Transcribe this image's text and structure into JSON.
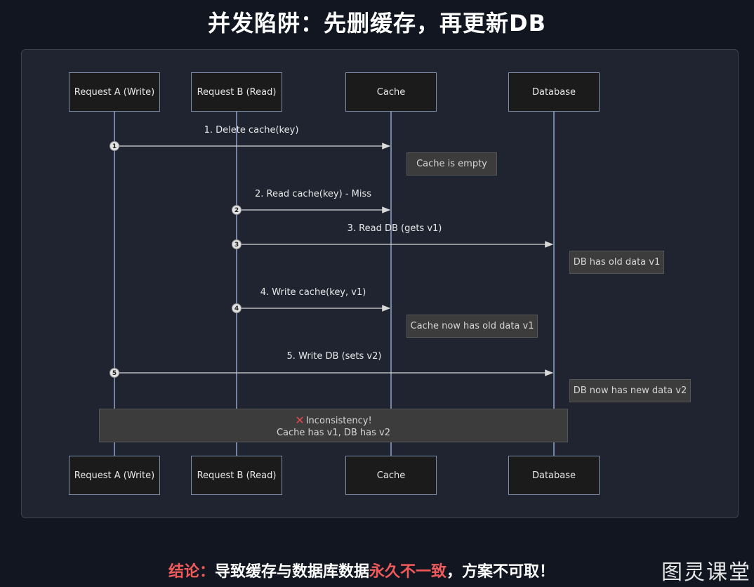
{
  "title": "并发陷阱：先删缓存，再更新DB",
  "participants": [
    "Request A (Write)",
    "Request B (Read)",
    "Cache",
    "Database"
  ],
  "messages": [
    {
      "num": "1",
      "label": "1. Delete cache(key)"
    },
    {
      "num": "2",
      "label": "2. Read cache(key) - Miss"
    },
    {
      "num": "3",
      "label": "3. Read DB (gets v1)"
    },
    {
      "num": "4",
      "label": "4. Write cache(key, v1)"
    },
    {
      "num": "5",
      "label": "5. Write DB (sets v2)"
    }
  ],
  "notes": [
    "Cache is empty",
    "DB has old data v1",
    "Cache now has old data v1",
    "DB now has new data v2"
  ],
  "inconsistency": {
    "line1": "Inconsistency!",
    "line2": "Cache has v1, DB has v2",
    "icon": "cross-mark-icon",
    "icon_color": "#e8484f"
  },
  "conclusion": {
    "prefix": "结论：",
    "middle": "导致缓存与数据库数据",
    "highlight": "永久不一致",
    "suffix": "，方案不可取！",
    "highlight_color": "#f05a5a"
  },
  "watermark": "图灵课堂"
}
